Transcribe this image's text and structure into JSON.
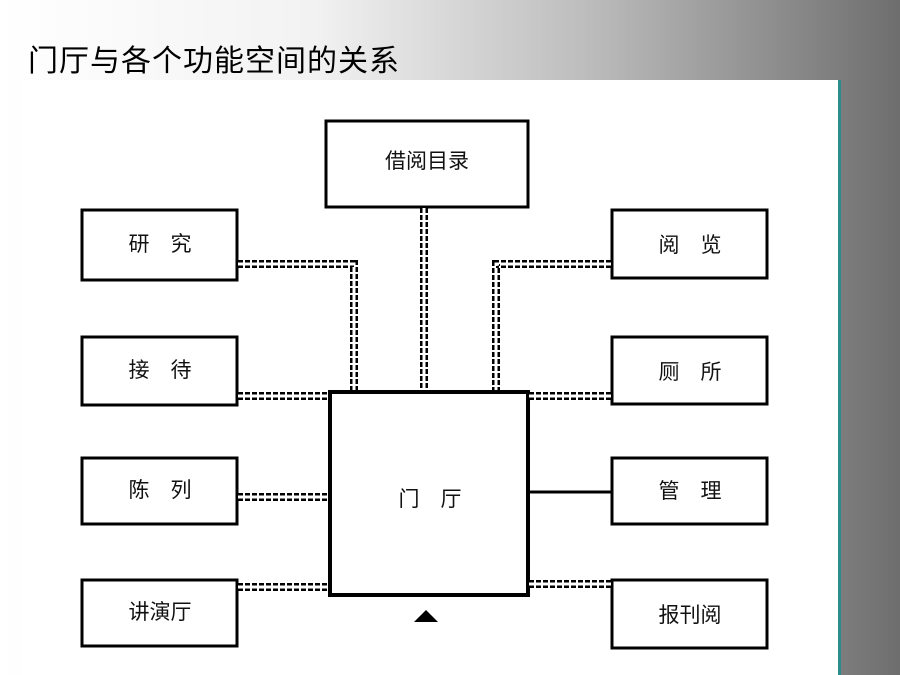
{
  "slide": {
    "title": "门厅与各个功能空间的关系"
  },
  "diagram": {
    "center": "门　厅",
    "top": "借阅目录",
    "left": [
      "研　究",
      "接　待",
      "陈　列",
      "讲演厅"
    ],
    "right": [
      "阅　览",
      "厕　所",
      "管　理",
      "报刊阅"
    ],
    "connector_colors": {
      "line": "#000000",
      "dash_fill": "#ffffff"
    }
  }
}
